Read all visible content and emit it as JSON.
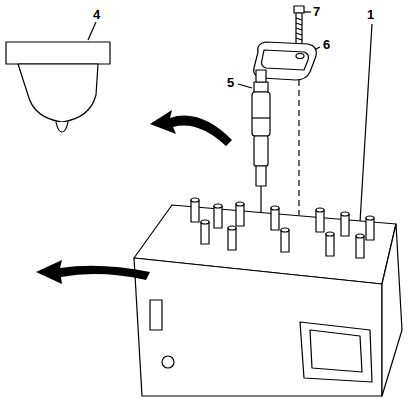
{
  "diagram": {
    "labels": [
      "4",
      "7",
      "6",
      "5",
      "1"
    ]
  }
}
